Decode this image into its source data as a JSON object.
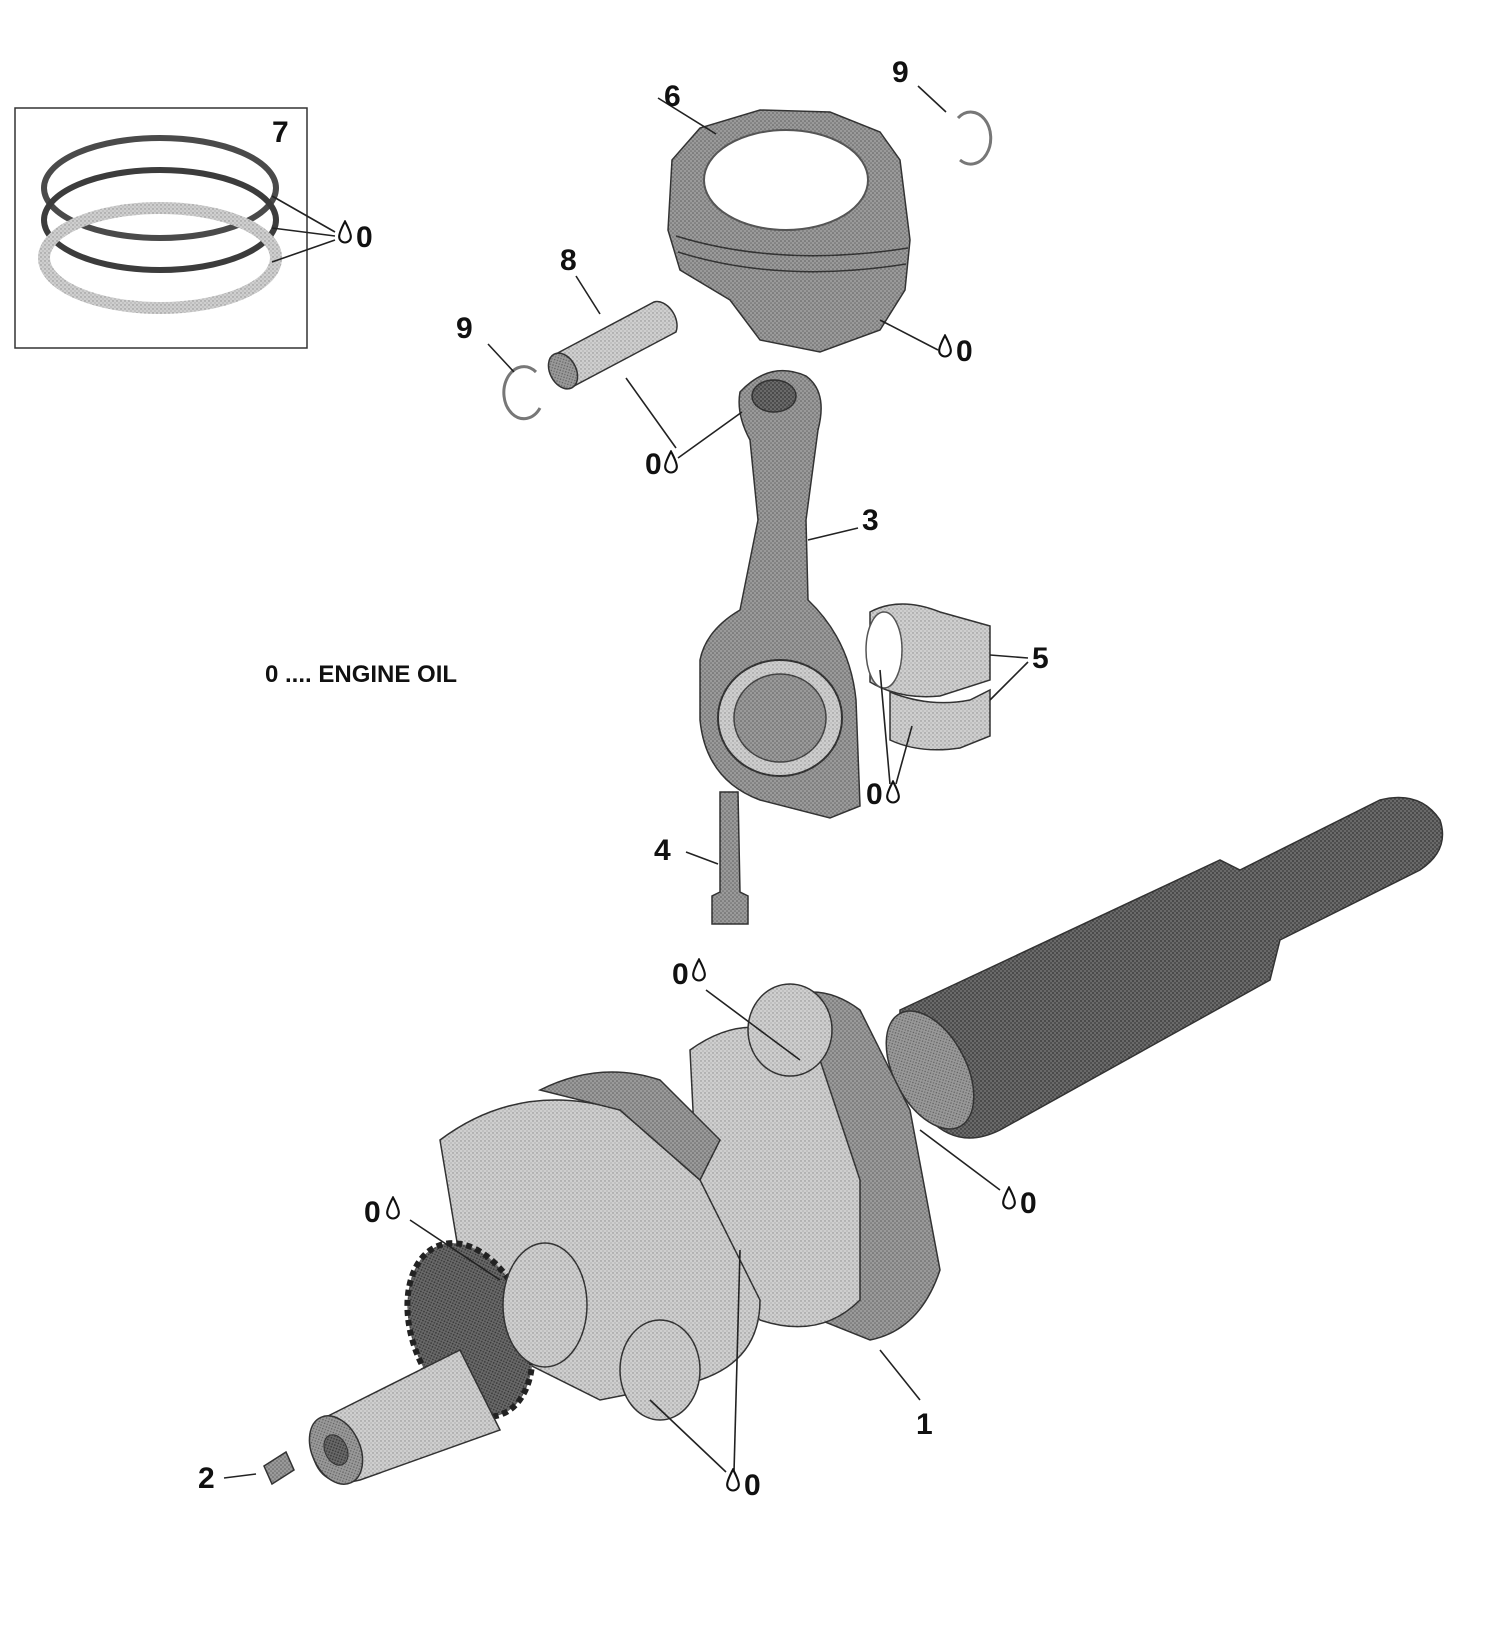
{
  "legend": {
    "text": "0 .... ENGINE OIL"
  },
  "oil_marker": {
    "symbol": "0"
  },
  "callouts": {
    "crankshaft": "1",
    "key": "2",
    "connecting_rod": "3",
    "rod_bolt": "4",
    "bearings": "5",
    "piston": "6",
    "piston_rings": "7",
    "piston_pin": "8",
    "circlip_top": "9",
    "circlip_left": "9"
  },
  "colors": {
    "part_dark": "#5c5c5c",
    "part_mid": "#8a8a8a",
    "part_light": "#c4c4c4",
    "oil_drop": "#ffffff"
  }
}
